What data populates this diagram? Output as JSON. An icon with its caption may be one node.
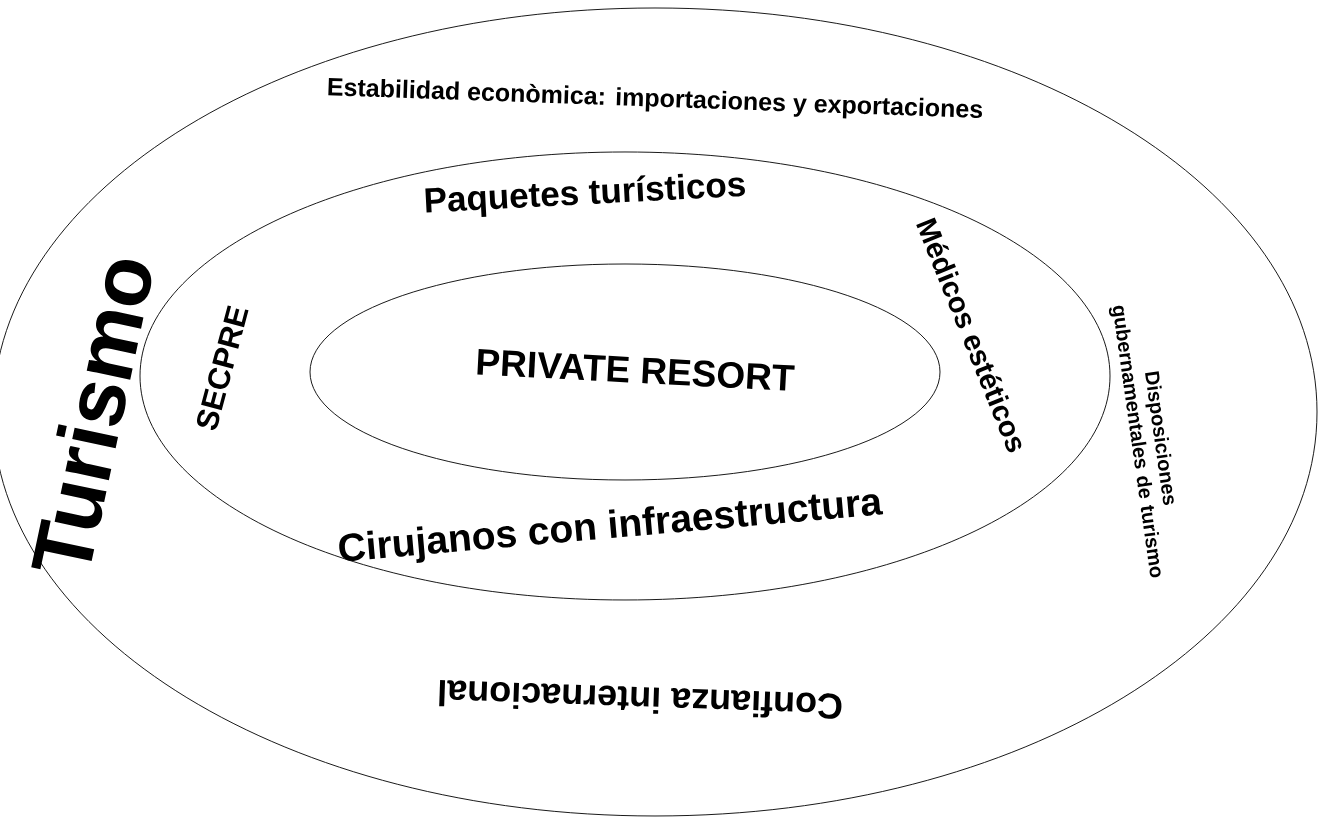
{
  "diagram": {
    "nodes": [
      {
        "text": [
          "Turismo",
          "Estabilidad econòmica: importaciones y exportaciones",
          "Disposiciones gubernamentales de turismo",
          "Confianza internacional"
        ]
      },
      {
        "text": [
          "Paquetes turísticos",
          "SECPRE",
          "Médicos estéticos",
          "Cirujanos con infraestructura"
        ],
        "in": 0
      },
      {
        "text": [
          "PRIVATE RESORT"
        ],
        "in": 1
      }
    ]
  }
}
